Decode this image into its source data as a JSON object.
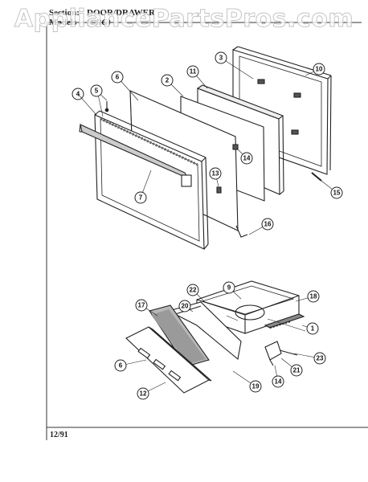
{
  "header": {
    "section_label": "Section:",
    "section_value": "DOOR/DRAWER",
    "model_label": "Models",
    "model_value": "(CRG)"
  },
  "watermark": "AppliancePartsPros.com",
  "footer": {
    "date_code": "12/91"
  },
  "callouts": [
    "1",
    "2",
    "3",
    "4",
    "5",
    "6",
    "6",
    "7",
    "10",
    "11",
    "12",
    "13",
    "14",
    "14",
    "15",
    "16",
    "17",
    "18",
    "19",
    "20",
    "21",
    "22",
    "23",
    "9"
  ]
}
